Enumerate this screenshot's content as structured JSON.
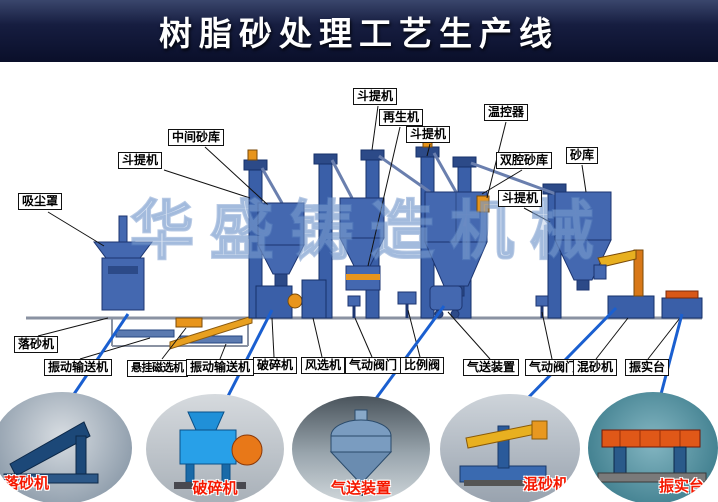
{
  "title": "树脂砂处理工艺生产线",
  "watermark": "华盛铸造机械",
  "labels": {
    "dust_hood": "吸尘罩",
    "elevator_left": "斗提机",
    "mid_silo": "中间砂库",
    "elevator_top1": "斗提机",
    "regenerator": "再生机",
    "elevator_top2": "斗提机",
    "temp_controller": "温控器",
    "dual_silo": "双腔砂库",
    "sand_silo": "砂库",
    "elevator_right": "斗提机",
    "shakeout": "落砂机",
    "vib_conveyor1": "振动输送机",
    "magnetic_separator": "悬挂磁选机",
    "vib_conveyor2": "振动输送机",
    "crusher": "破碎机",
    "air_separator": "风选机",
    "pneumatic_valve1": "气动阀门",
    "proportional_valve": "比例阀",
    "air_conveyor": "气送装置",
    "pneumatic_valve2": "气动阀门",
    "sand_mixer": "混砂机",
    "compact_table": "振实台"
  },
  "callouts": [
    {
      "label": "落砂机"
    },
    {
      "label": "破碎机"
    },
    {
      "label": "气送装置"
    },
    {
      "label": "混砂机"
    },
    {
      "label": "振实台"
    }
  ],
  "colors": {
    "title_bg": "#10142e",
    "equipment_blue": "#3a5fa8",
    "equipment_orange": "#e8951c",
    "leader_blue": "#1a5fd0",
    "callout_label_red": "#f51800",
    "watermark_blue": "#a0b9dc"
  }
}
